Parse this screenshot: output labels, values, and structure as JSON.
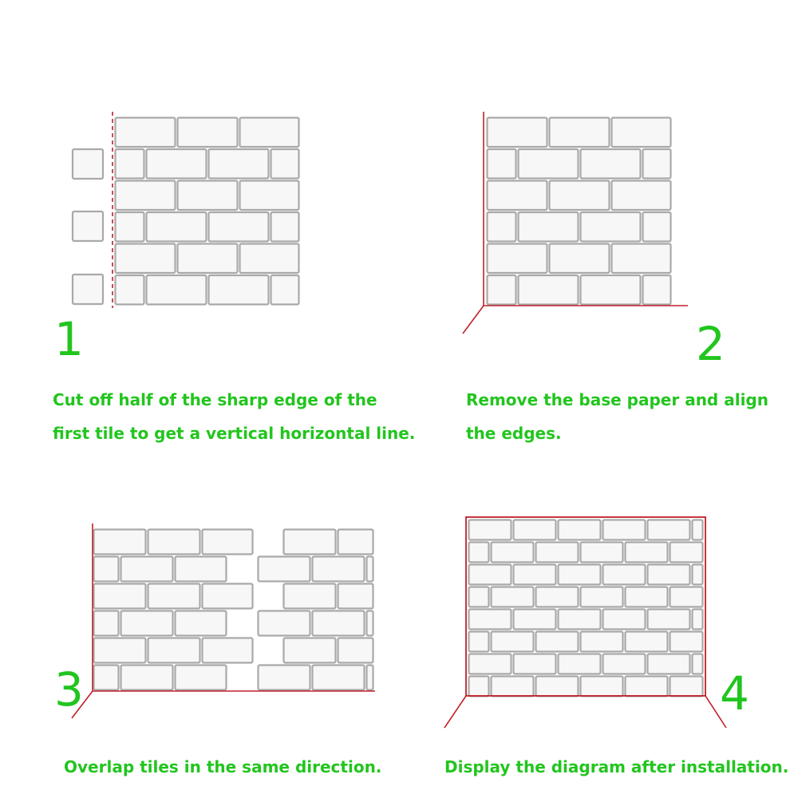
{
  "steps": [
    {
      "number": "1",
      "caption_lines": [
        "Cut off half of the sharp edge of the",
        "first tile to get a vertical horizontal line."
      ]
    },
    {
      "number": "2",
      "caption_lines": [
        "Remove the base paper and align",
        "the edges."
      ]
    },
    {
      "number": "3",
      "caption_lines": [
        "Overlap tiles in the same direction."
      ]
    },
    {
      "number": "4",
      "caption_lines": [
        "Display the diagram after installation."
      ]
    }
  ],
  "colors": {
    "label_green": "#22c51e",
    "guide_red": "#c0202a",
    "tile_fill": "#f7f7f7",
    "tile_border": "#a9a9a9",
    "grout": "#c8c8c8"
  },
  "icons": [
    "subway-tile-sheet",
    "cut-line",
    "wall-corner-guide"
  ]
}
